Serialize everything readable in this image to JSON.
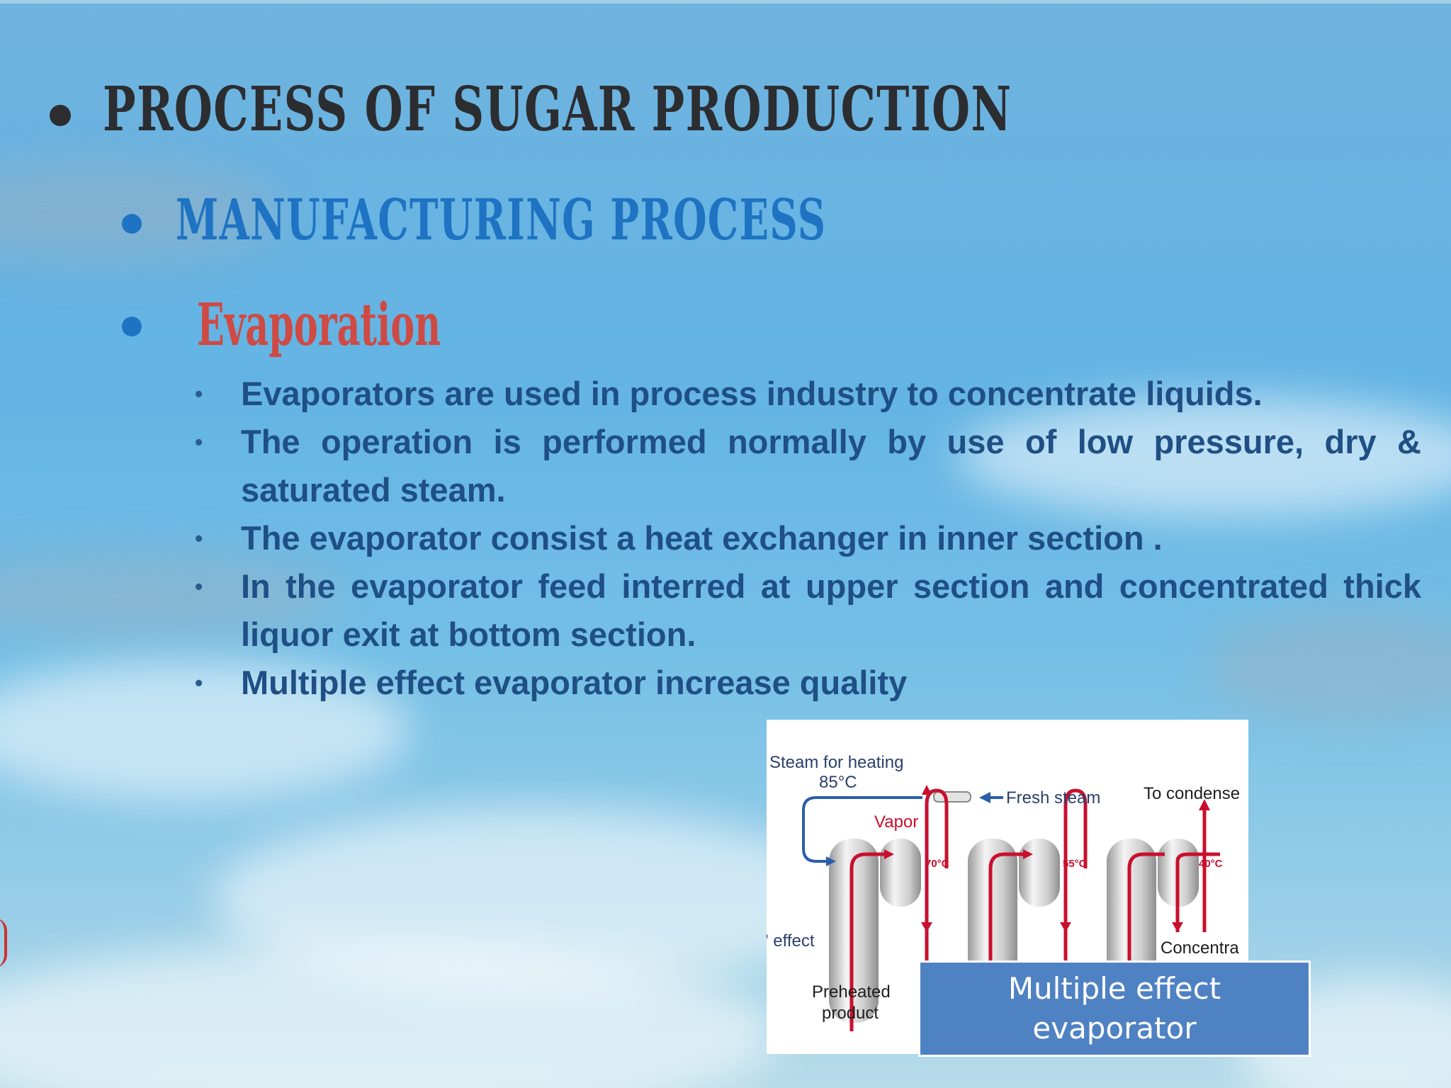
{
  "slide": {
    "title": "PROCESS OF SUGAR PRODUCTION",
    "subtitle": "MANUFACTURING PROCESS",
    "section": "Evaporation",
    "points": [
      "Evaporators are used in process industry to concentrate liquids.",
      "The operation is performed normally by use of low pressure, dry & saturated steam.",
      "The evaporator consist a heat exchanger in inner section .",
      "In the evaporator feed interred at upper section and concentrated thick liquor exit at bottom section.",
      "Multiple effect evaporator increase quality"
    ],
    "bullet_char": "•"
  },
  "figure": {
    "labels": {
      "steam_heating": "Steam for heating",
      "steam_temp": "85°C",
      "vapor": "Vapor",
      "fresh_steam": "Fresh steam",
      "to_condenser": "To condense",
      "temp1": "70°C",
      "temp2": "55°C",
      "temp3": "40°C",
      "effect": "' effect",
      "preheated_1": "Preheated",
      "preheated_2": "product",
      "concentrate": "Concentra"
    },
    "caption_line1": "Multiple effect",
    "caption_line2": "evaporator"
  },
  "colors": {
    "title": "#2c2d30",
    "subtitle": "#1e73c2",
    "section": "#cf4a43",
    "body_text": "#1f4f84",
    "caption_bg": "#4f82c3",
    "pipe_red": "#c8102e"
  }
}
